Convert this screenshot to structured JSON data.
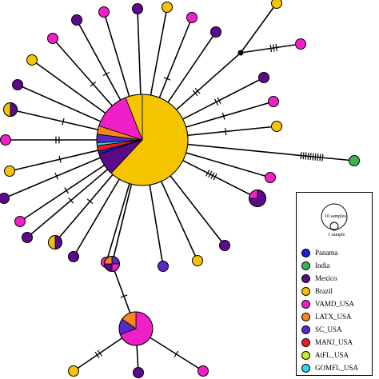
{
  "colors": {
    "Panama": "#1f1fd6",
    "India": "#39b54a",
    "Mexico": "#5b0a8a",
    "Brazil": "#f5c400",
    "VAMD_USA": "#f01fc8",
    "LATX_USA": "#f7861c",
    "SC_USA": "#5a28c8",
    "MANJ_USA": "#ee1c1c",
    "AtFL_USA": "#c6ef2a",
    "GOMFL_USA": "#2fd6ef"
  },
  "legend": {
    "size_key": {
      "large": "10 samples",
      "small": "1 sample"
    },
    "items": [
      {
        "key": "Panama",
        "label": "Panama"
      },
      {
        "key": "India",
        "label": "India"
      },
      {
        "key": "Mexico",
        "label": "Mexico"
      },
      {
        "key": "Brazil",
        "label": "Brazil"
      },
      {
        "key": "VAMD_USA",
        "label": "VAMD_USA"
      },
      {
        "key": "LATX_USA",
        "label": "LATX_USA"
      },
      {
        "key": "SC_USA",
        "label": "SC_USA"
      },
      {
        "key": "MANJ_USA",
        "label": "MANJ_USA"
      },
      {
        "key": "AtFL_USA",
        "label": "AtFL_USA"
      },
      {
        "key": "GOMFL_USA",
        "label": "GOMFL_USA"
      }
    ]
  }
}
